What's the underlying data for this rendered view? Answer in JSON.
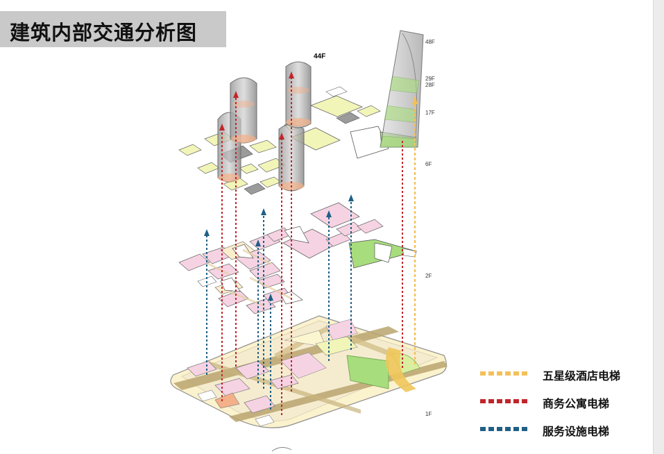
{
  "title": "建筑内部交通分析图",
  "floors": {
    "f48": "48F",
    "f44": "44F",
    "f29": "29F",
    "f28": "28F",
    "f17": "17F",
    "f6": "6F",
    "f2": "2F",
    "f1": "1F"
  },
  "legend": [
    {
      "label": "五星级酒店电梯",
      "color": "#f3c05a"
    },
    {
      "label": "商务公寓电梯",
      "color": "#c0252b"
    },
    {
      "label": "服务设施电梯",
      "color": "#1f5f86"
    }
  ],
  "colors": {
    "hotel": "#f3c05a",
    "apartment": "#c0252b",
    "service": "#1f5f86",
    "pink_zone": "#f6d3e3",
    "green_zone": "#a8dd7d",
    "yellow_zone": "#f2f5b8",
    "base_plate": "#fbf2ce",
    "road": "#b9a46e"
  }
}
